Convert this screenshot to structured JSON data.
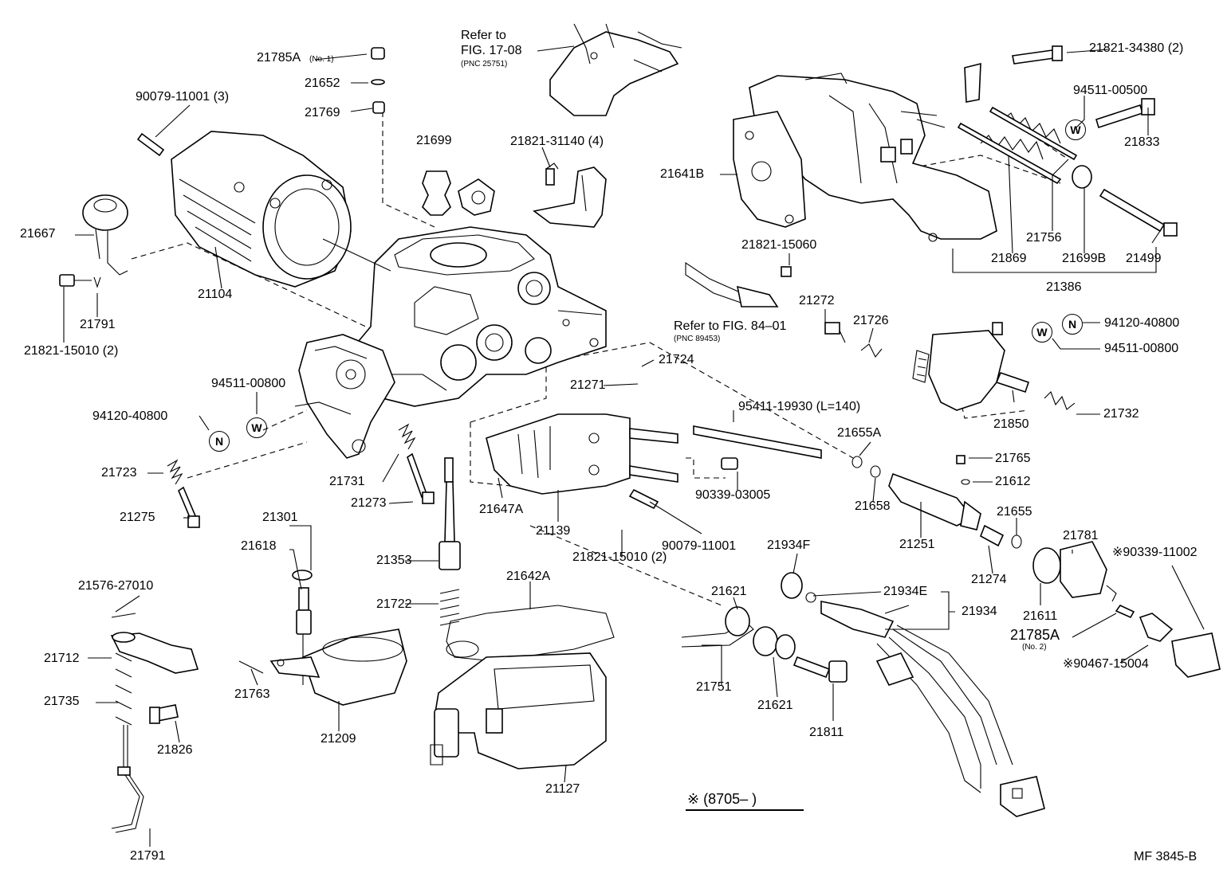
{
  "diagram": {
    "code": "MF  3845-B",
    "note": "※ (8705–          )",
    "refs": [
      {
        "id": "ref-fig1708",
        "line1": "Refer to",
        "line2": "FIG. 17-08",
        "line3": "(PNC 25751)"
      },
      {
        "id": "ref-fig8401",
        "line1": "Refer to FIG. 84–01",
        "line2": "(PNC 89453)"
      }
    ],
    "labels": {
      "p21785a_no1": "21785A",
      "p21785a_no1_sub": "(No. 1)",
      "p21652": "21652",
      "p21769": "21769",
      "p90079_11001_3": "90079-11001 (3)",
      "p21699": "21699",
      "p21821_31140_4": "21821-31140 (4)",
      "p21821_34380_2": "21821-34380 (2)",
      "p94511_00500": "94511-00500",
      "p21833": "21833",
      "p21641b": "21641B",
      "p21667": "21667",
      "p21104": "21104",
      "p21791_top": "21791",
      "p21821_15010_2_top": "21821-15010 (2)",
      "p21821_15060": "21821-15060",
      "p21756": "21756",
      "p21869": "21869",
      "p21699b": "21699B",
      "p21499": "21499",
      "p21386": "21386",
      "p21272": "21272",
      "p21726": "21726",
      "p94120_40800_r": "94120-40800",
      "p94511_00800_r": "94511-00800",
      "p21724": "21724",
      "p21271": "21271",
      "p95411_19930": "95411-19930 (L=140)",
      "p21850": "21850",
      "p21732": "21732",
      "p94511_00800_l": "94511-00800",
      "p94120_40800_l": "94120-40800",
      "p21655a": "21655A",
      "p21765": "21765",
      "p21612": "21612",
      "p21723": "21723",
      "p21731": "21731",
      "p21273": "21273",
      "p21647a": "21647A",
      "p90339_03005": "90339-03005",
      "p21658": "21658",
      "p21655": "21655",
      "p21275": "21275",
      "p21139": "21139",
      "p90079_11001": "90079-11001",
      "p21251": "21251",
      "p21781": "21781",
      "p90339_11002": "※90339-11002",
      "p21301": "21301",
      "p21618": "21618",
      "p21353": "21353",
      "p21821_15010_2_bot": "21821-15010 (2)",
      "p21934f": "21934F",
      "p21274": "21274",
      "p21576_27010": "21576-27010",
      "p21642a": "21642A",
      "p21621_a": "21621",
      "p21934e": "21934E",
      "p21934": "21934",
      "p21611": "21611",
      "p21785a_no2": "21785A",
      "p21785a_no2_sub": "(No. 2)",
      "p21722": "21722",
      "p21712": "21712",
      "p90467_15004": "※90467-15004",
      "p21735": "21735",
      "p21763": "21763",
      "p21751": "21751",
      "p21621_b": "21621",
      "p21811": "21811",
      "p21826": "21826",
      "p21209": "21209",
      "p21127": "21127",
      "p21791_bot": "21791"
    },
    "symbols": {
      "n": "N",
      "w": "W"
    }
  }
}
